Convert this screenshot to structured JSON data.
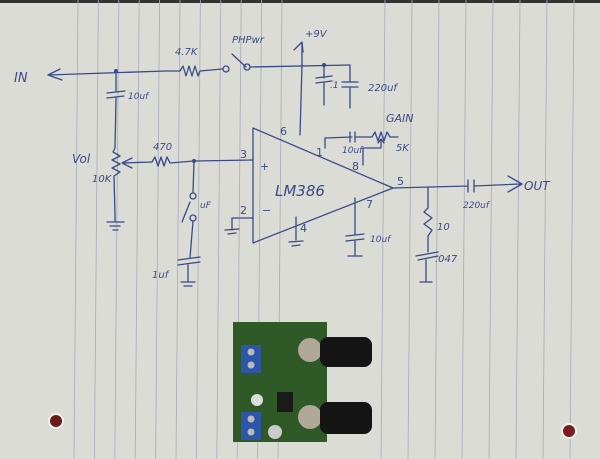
{
  "image": {
    "description": "Hand-drawn LM386 audio amplifier schematic on lined notebook paper with a small assembled green PCB module",
    "paper": {
      "background": "#dcdcd7",
      "rule_color": "#a7abb7",
      "ink_color": "#3b4a86"
    }
  },
  "schematic": {
    "chip_label": "LM386",
    "signals": {
      "input": "IN",
      "output": "OUT",
      "supply": "+9V"
    },
    "components": {
      "r_input": "4.7K",
      "switch": "PHPwr",
      "c_input": "10uf",
      "vol_label": "Vol",
      "vol_pot": "10K",
      "r_series": "470",
      "c_switch": "uF",
      "c_bypass_in": "1uf",
      "c_supply_small": ".1",
      "c_supply_big": "220uf",
      "gain_label": "GAIN",
      "c_gain": "10uf",
      "r_gain": "5K",
      "c_bypass": "10uf",
      "c_out": "220uf",
      "r_zobel": "10",
      "c_zobel": ".047"
    },
    "pins": {
      "p1": "1",
      "p2": "2",
      "p3": "3",
      "p4": "4",
      "p5": "5",
      "p6": "6",
      "p7": "7",
      "p8": "8"
    },
    "opamp_inputs": {
      "plus": "+",
      "minus": "−"
    }
  }
}
